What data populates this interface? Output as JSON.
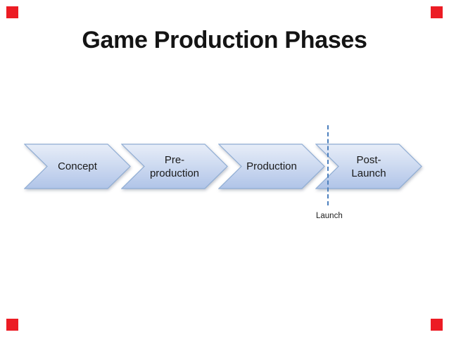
{
  "canvas": {
    "background_color": "#ffffff"
  },
  "corner_markers": {
    "color": "#ec1c24"
  },
  "title": "Game Production Phases",
  "diagram": {
    "phases": [
      {
        "label": "Concept"
      },
      {
        "label": "Pre-\nproduction"
      },
      {
        "label": "Production"
      },
      {
        "label": "Post-\nLaunch"
      }
    ],
    "launch_marker": {
      "label": "Launch",
      "line_color": "#4d80be"
    },
    "chevron_colors": {
      "fill_top": "#e7edf8",
      "fill_middle": "#ccd9f0",
      "fill_bottom": "#b0c4e8",
      "border": "#8fadd4",
      "text": "#1a1a1a"
    }
  }
}
